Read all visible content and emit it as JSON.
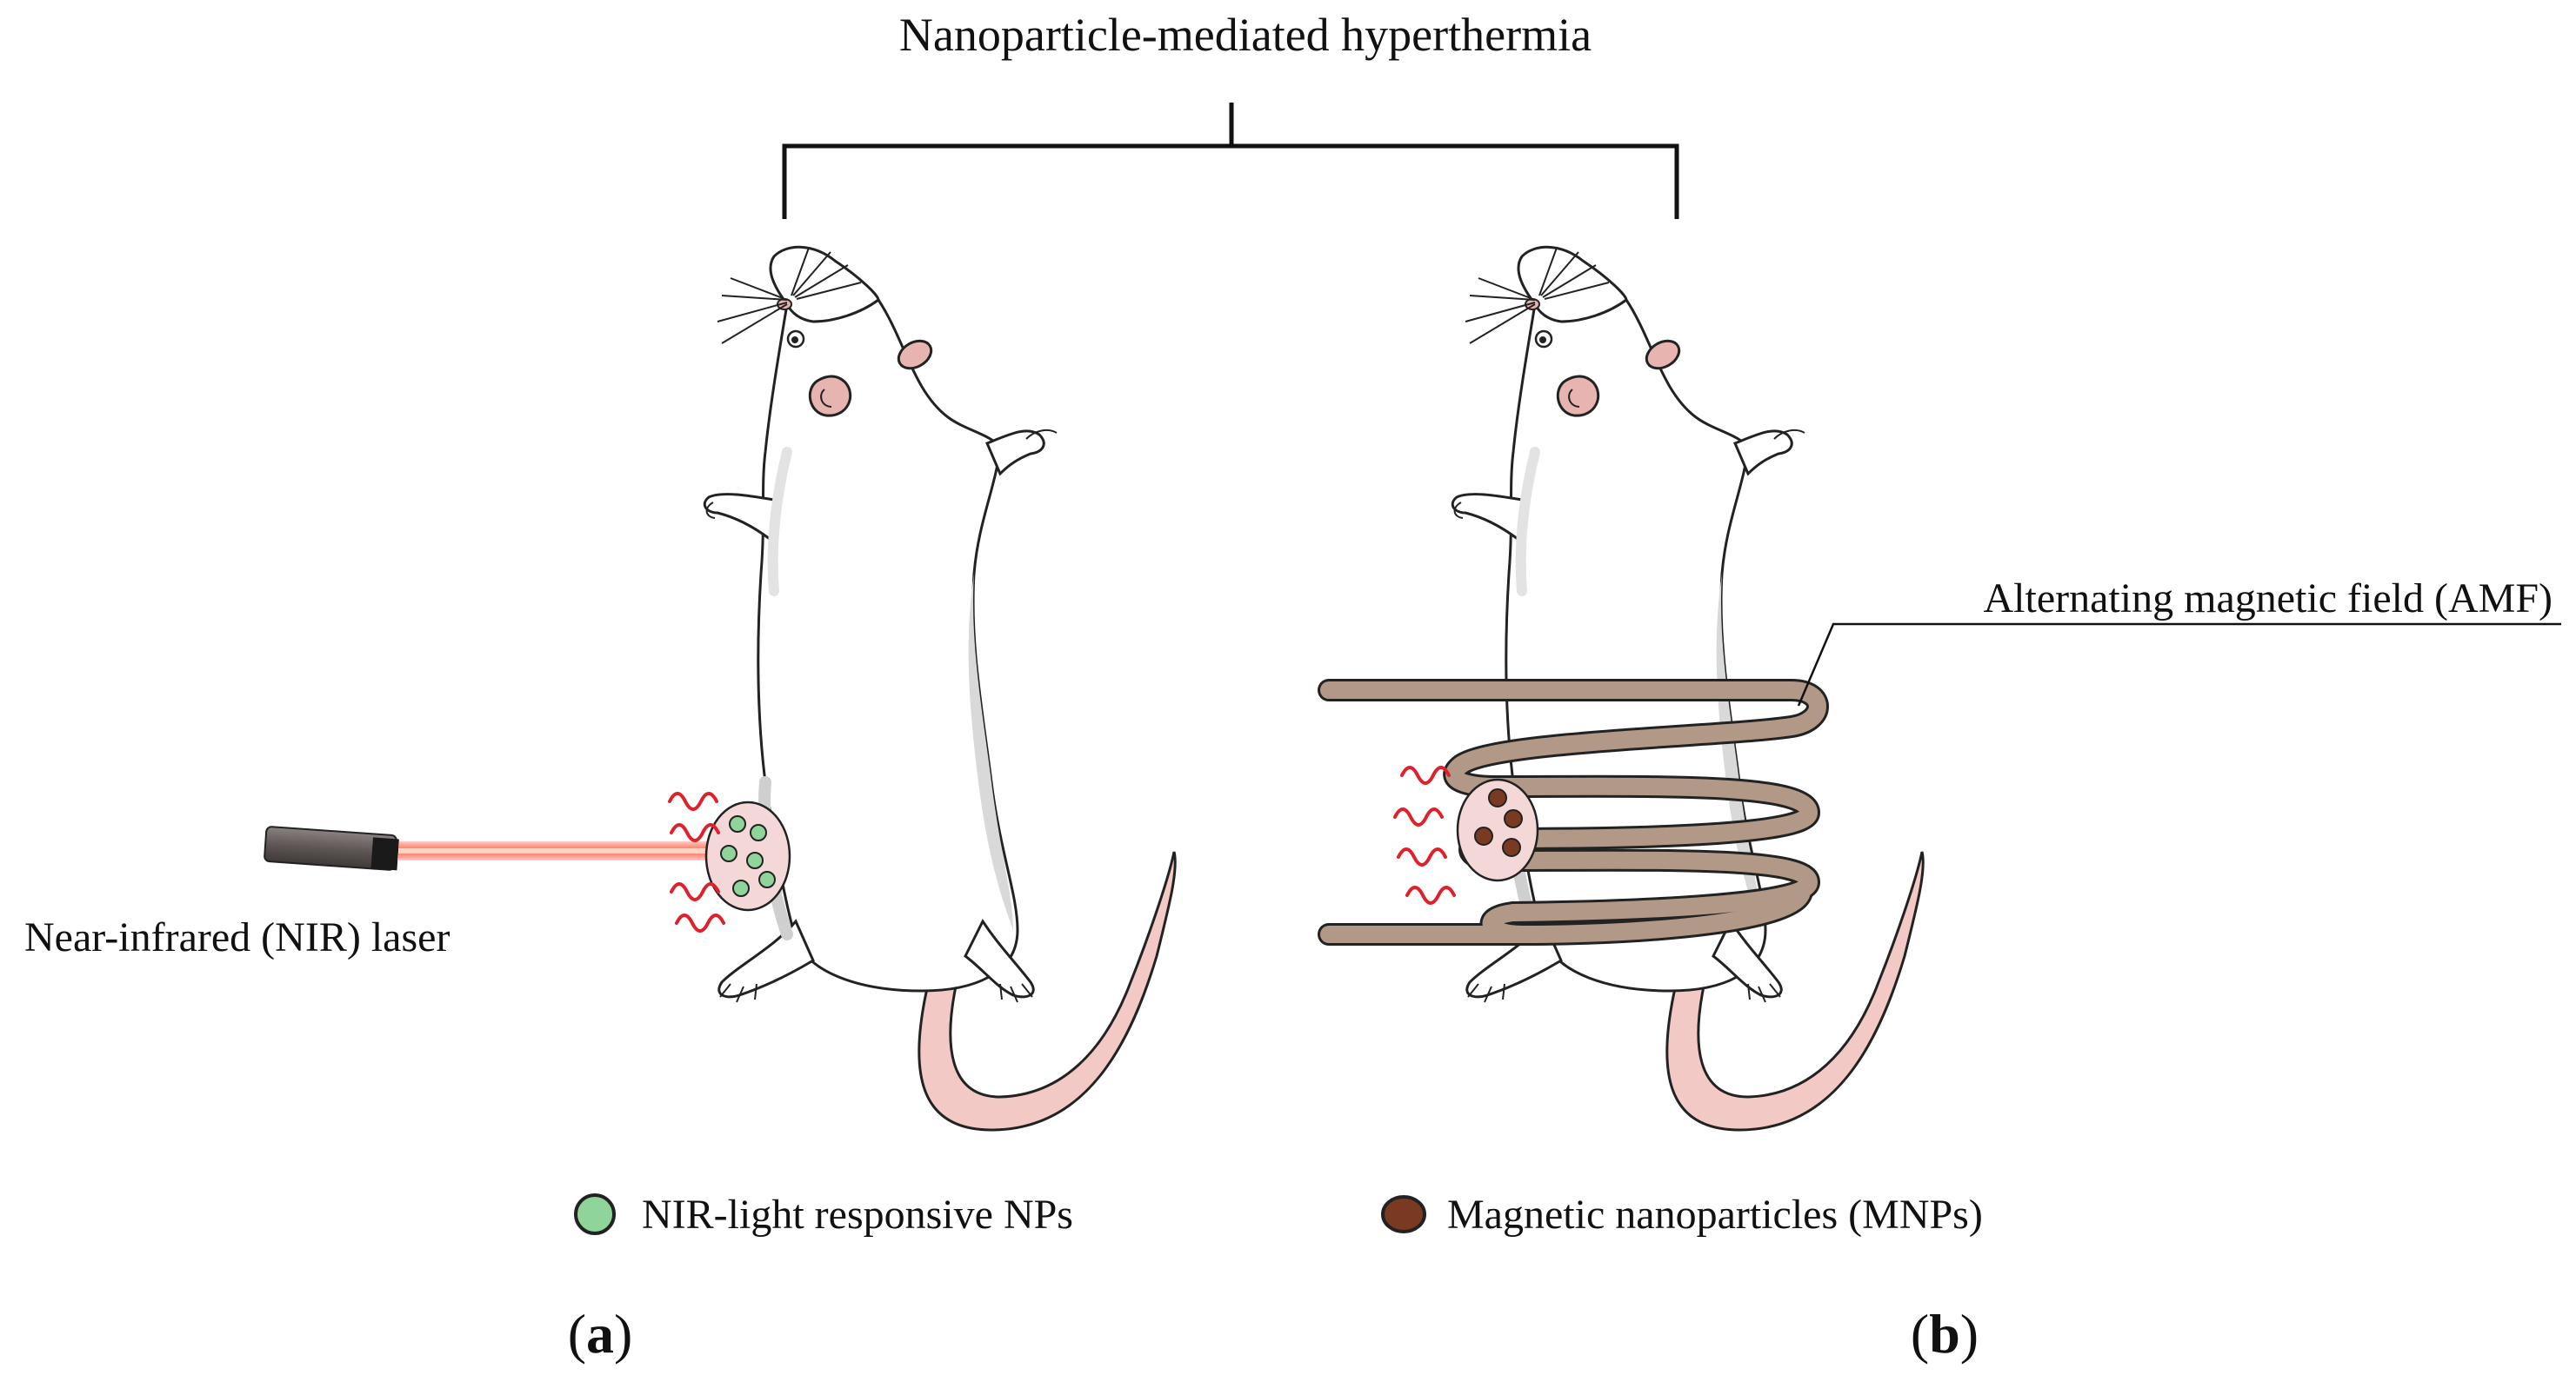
{
  "title": "Nanoparticle-mediated hyperthermia",
  "panel_a": {
    "label_open": "(",
    "label_letter": "a",
    "label_close": ")",
    "laser_label": "Near-infrared (NIR) laser"
  },
  "panel_b": {
    "label_open": "(",
    "label_letter": "b",
    "label_close": ")",
    "amf_label": "Alternating magnetic field (AMF)"
  },
  "legend": {
    "nir_nps": "NIR-light responsive NPs",
    "mnps": "Magnetic nanoparticles (MNPs)"
  },
  "colors": {
    "nir_np": "#8fd49a",
    "mnp": "#7a3a22",
    "laser_beam": "#ff6a4d",
    "coil": "#b29887",
    "tail": "#f2c9c4",
    "heat_wave": "#e0202a"
  }
}
